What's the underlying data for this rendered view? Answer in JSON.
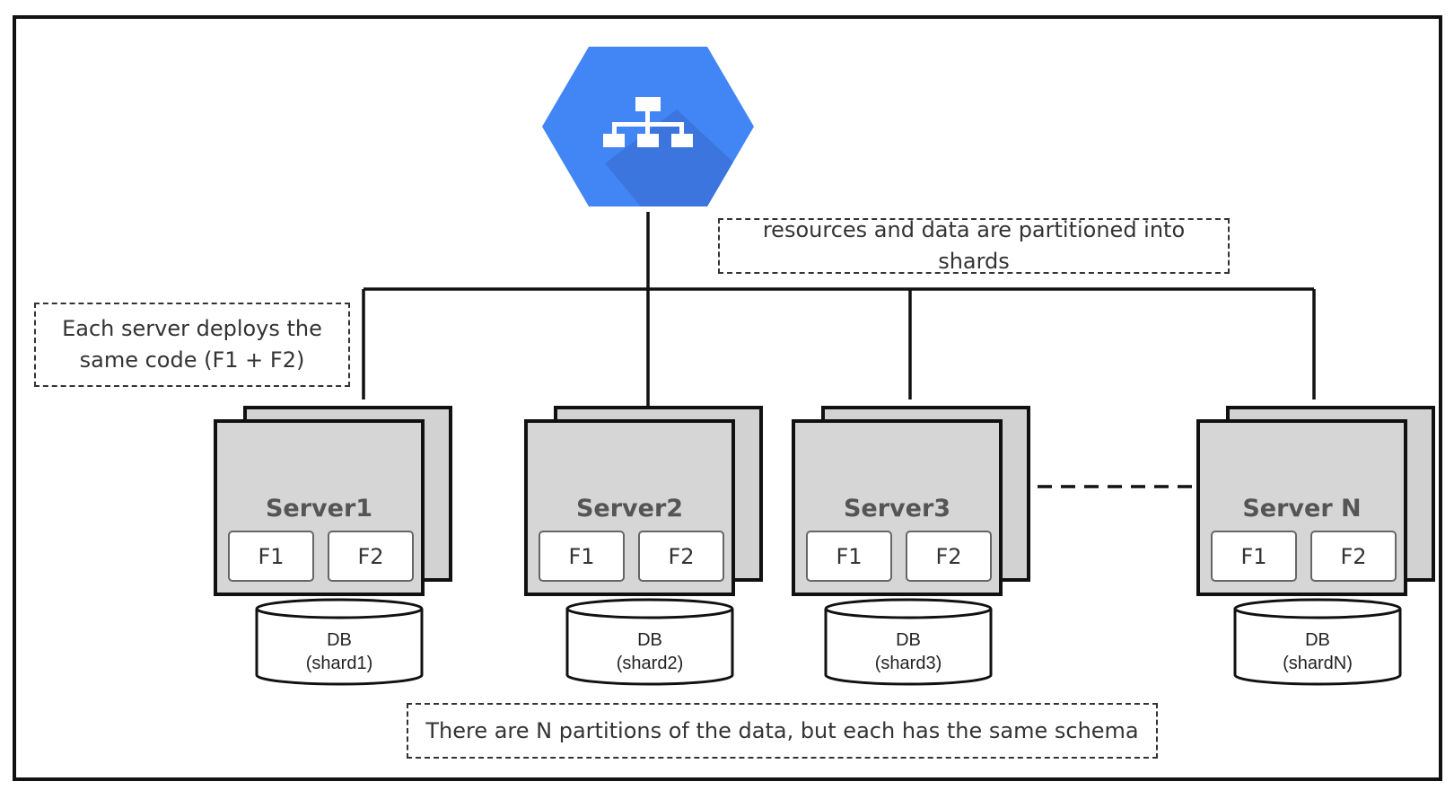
{
  "notes": {
    "top": "resources and data are partitioned into shards",
    "left_line1": "Each server deploys the",
    "left_line2": "same code (F1 + F2)",
    "bottom": "There are N partitions of the data, but each has the same schema"
  },
  "icons": {
    "load_balancer": "network-hierarchy-icon"
  },
  "colors": {
    "hexagon": "#4285f4",
    "hexagon_shadow": "#3a72d8",
    "server_fill": "#d6d6d6"
  },
  "servers": [
    {
      "name": "Server1",
      "f1": "F1",
      "f2": "F2",
      "db": "DB",
      "shard": "(shard1)"
    },
    {
      "name": "Server2",
      "f1": "F1",
      "f2": "F2",
      "db": "DB",
      "shard": "(shard2)"
    },
    {
      "name": "Server3",
      "f1": "F1",
      "f2": "F2",
      "db": "DB",
      "shard": "(shard3)"
    },
    {
      "name": "Server N",
      "f1": "F1",
      "f2": "F2",
      "db": "DB",
      "shard": "(shardN)"
    }
  ]
}
